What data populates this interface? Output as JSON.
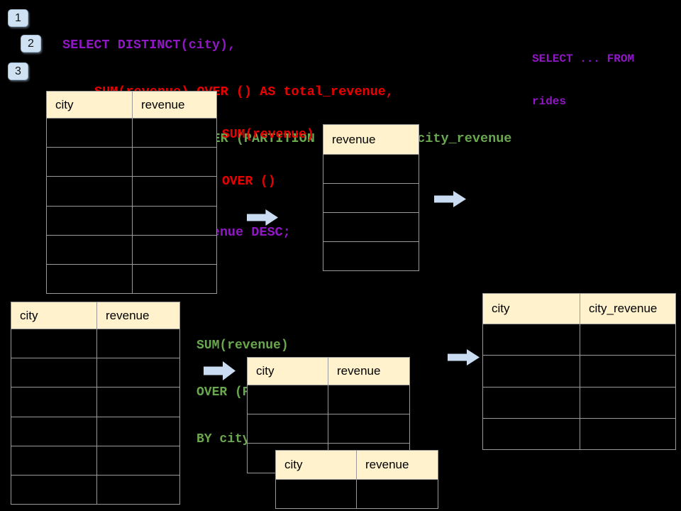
{
  "colors": {
    "background": "#000000",
    "sql_purple": "#9117C6",
    "sql_red": "#EA0000",
    "sql_green": "#6AA84F",
    "table_header_bg": "#FFF2CC",
    "table_border": "#999999",
    "arrow_fill": "#C9DCF2",
    "badge_bg": "#CFE2F3"
  },
  "badges": [
    {
      "label": "1"
    },
    {
      "label": "2"
    },
    {
      "label": "3"
    }
  ],
  "code": {
    "lines": [
      {
        "text": "SELECT DISTINCT(city),",
        "color": "purple"
      },
      {
        "text": "SUM(revenue) OVER () AS total_revenue,",
        "color": "red"
      },
      {
        "text": "SUM(revenue) OVER (PARTITION BY city) as city_revenue",
        "color": "green"
      },
      {
        "text": "FROM rides",
        "color": "purple"
      },
      {
        "text": "ORDER by city_revenue DESC;",
        "color": "purple"
      }
    ]
  },
  "side_note": {
    "lines": [
      "SELECT ... FROM",
      "rides"
    ]
  },
  "annotations": {
    "total_revenue": {
      "lines": [
        "SUM(revenue)",
        "OVER ()"
      ]
    },
    "city_revenue": {
      "lines": [
        "SUM(revenue)",
        "OVER (PARTITION",
        "BY city)"
      ]
    }
  },
  "tables": {
    "source_top": {
      "headers": [
        "city",
        "revenue"
      ],
      "empty_rows": 6
    },
    "total_result": {
      "headers": [
        "revenue"
      ],
      "empty_rows": 4
    },
    "source_bottom": {
      "headers": [
        "city",
        "revenue"
      ],
      "empty_rows": 6
    },
    "partition_step": {
      "headers": [
        "city",
        "revenue"
      ],
      "empty_rows": 3
    },
    "partition_step_overlay": {
      "headers": [
        "city",
        "revenue"
      ],
      "empty_rows": 1
    },
    "city_revenue_result": {
      "headers": [
        "city",
        "city_revenue"
      ],
      "empty_rows": 4
    }
  }
}
